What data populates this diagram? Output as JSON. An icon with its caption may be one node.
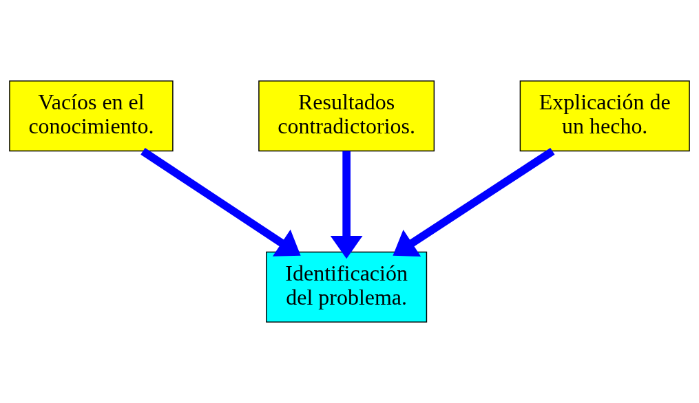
{
  "diagram": {
    "nodes": [
      {
        "text": [
          "Resultados contradictorios."
        ]
      },
      {
        "text": [
          "Vacíos en el conocimiento."
        ]
      },
      {
        "text": [
          "Explicación de un hecho."
        ]
      },
      {
        "text": [
          "Identificación del problema."
        ]
      }
    ],
    "edges": [
      {
        "from": 1,
        "to": 3,
        "arrow": "to"
      },
      {
        "from": 0,
        "to": 3,
        "arrow": "to"
      },
      {
        "from": 2,
        "to": 3,
        "arrow": "to"
      }
    ]
  }
}
